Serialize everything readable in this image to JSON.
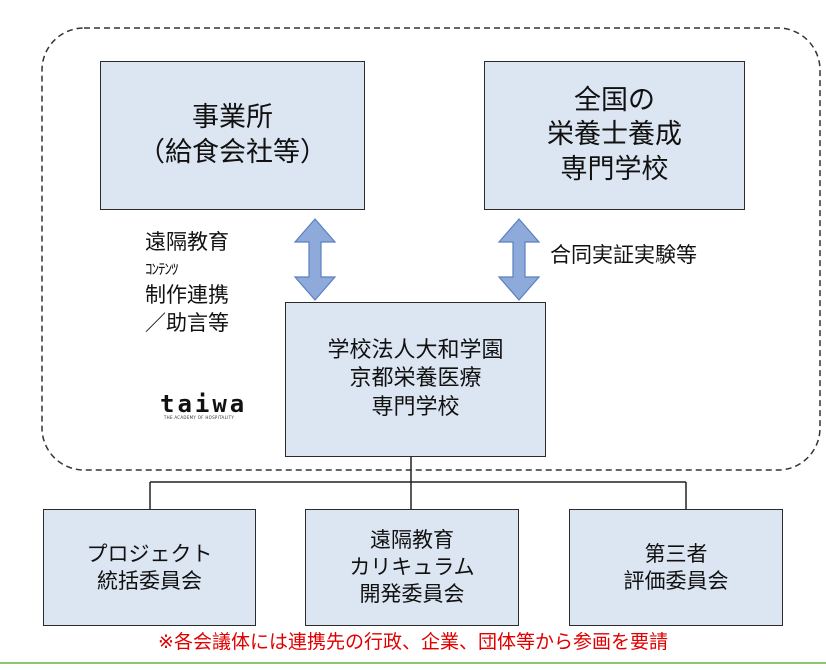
{
  "boxes": {
    "office": {
      "lines": [
        "事業所",
        "（給食会社等）"
      ]
    },
    "schools": {
      "lines": [
        "全国の",
        "栄養士養成",
        "専門学校"
      ]
    },
    "center": {
      "lines": [
        "学校法人大和学園",
        "京都栄養医療",
        "専門学校"
      ]
    },
    "project": {
      "lines": [
        "プロジェクト",
        "統括委員会"
      ]
    },
    "curriculum": {
      "lines": [
        "遠隔教育",
        "カリキュラム",
        "開発委員会"
      ]
    },
    "third": {
      "lines": [
        "第三者",
        "評価委員会"
      ]
    }
  },
  "labels": {
    "left": [
      "遠隔教育",
      "ｺﾝﾃﾝﾂ",
      "制作連携",
      "／助言等"
    ],
    "right": "合同実証実験等"
  },
  "logo": {
    "text": "taiwa",
    "tagline": "THE ACADEMY OF HOSPITALITY"
  },
  "note": "※各会議体には連携先の行政、企業、団体等から参画を要請",
  "colors": {
    "box_fill": "#dce6f2",
    "arrow_fill": "#8eaadb",
    "note": "#e00000"
  }
}
